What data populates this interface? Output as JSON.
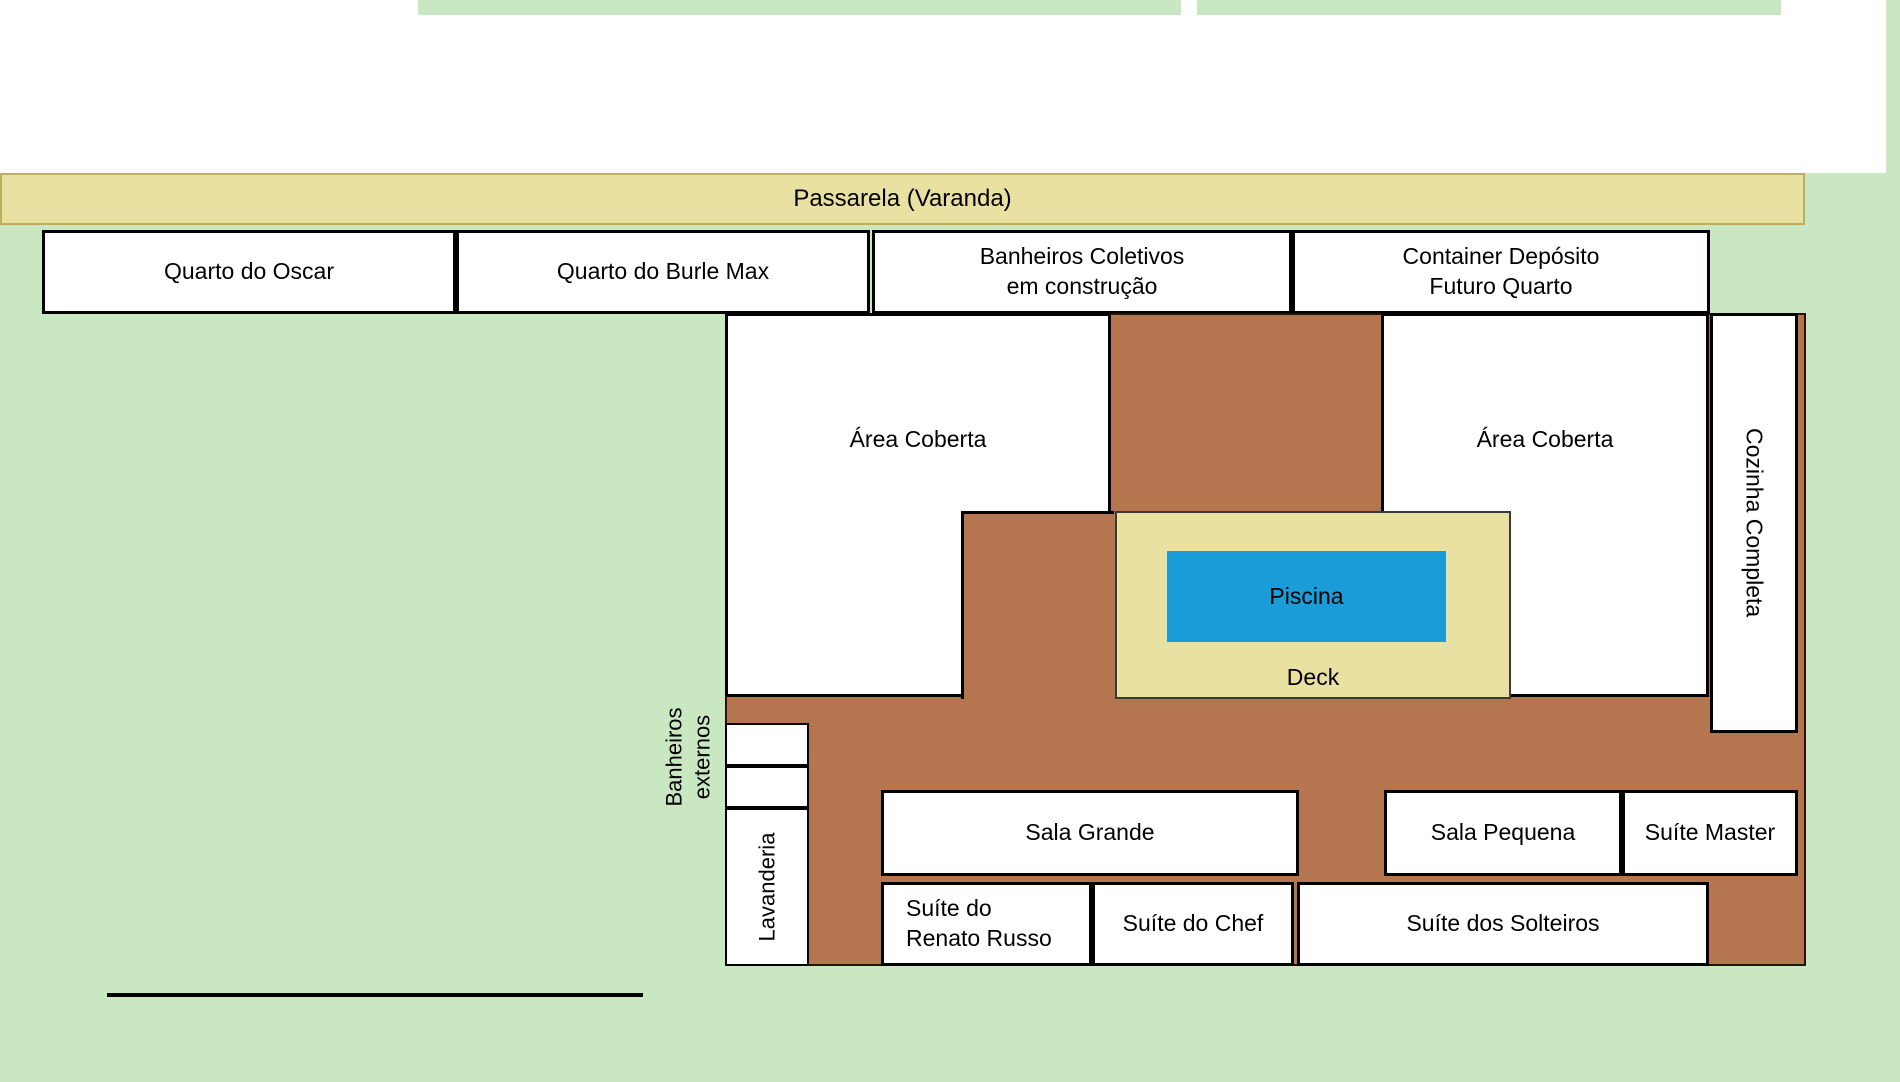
{
  "colors": {
    "lawn_green": "#c9e8c2",
    "terrace_brown": "#b5764f",
    "deck_tan": "#e9e1a2",
    "passarela_border": "#bfae62",
    "pool_blue": "#1a9cd8",
    "wall_black": "#000000"
  },
  "plan": {
    "passarela": "Passarela (Varanda)",
    "quarto_oscar": "Quarto do Oscar",
    "quarto_burle_max": "Quarto do Burle Max",
    "banheiros_coletivos": {
      "line1": "Banheiros Coletivos",
      "line2": "em construção"
    },
    "container_deposito": {
      "line1": "Container Depósito",
      "line2": "Futuro Quarto"
    },
    "area_coberta_left": "Área Coberta",
    "area_coberta_right": "Área Coberta",
    "cozinha": "Cozinha Completa",
    "piscina": "Piscina",
    "deck": "Deck",
    "banheiros_externos": {
      "line1": "Banheiros",
      "line2": "externos"
    },
    "lavanderia": "Lavanderia",
    "sala_grande": "Sala Grande",
    "sala_pequena": "Sala Pequena",
    "suite_master": "Suíte Master",
    "suite_renato_russo": {
      "line1": "Suíte do",
      "line2": "Renato Russo"
    },
    "suite_chef": "Suíte do Chef",
    "suite_solteiros": "Suíte dos Solteiros"
  }
}
